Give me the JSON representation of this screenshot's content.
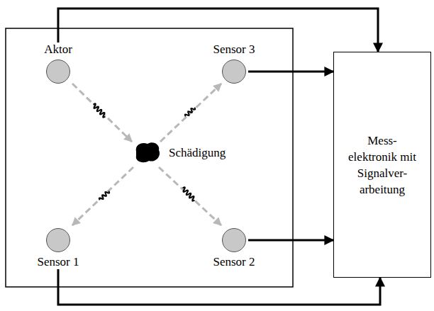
{
  "diagram": {
    "nodes": [
      {
        "text": [
          "Aktor"
        ]
      },
      {
        "text": [
          "Sensor 3"
        ]
      },
      {
        "text": [
          "Mess- elektronik mit Signalver- arbeitung"
        ]
      },
      {
        "text": [
          "Sensor 1"
        ]
      },
      {
        "text": [
          "Sensor 2"
        ]
      }
    ],
    "edges": [
      {
        "from": 1,
        "to": 2,
        "arrow": "to"
      },
      {
        "from": 4,
        "to": 2,
        "arrow": "to"
      },
      {
        "from": 0,
        "to": 2,
        "arrow": "to"
      },
      {
        "from": 3,
        "to": 2,
        "arrow": "to"
      }
    ],
    "labels": [
      "Schädigung"
    ]
  }
}
